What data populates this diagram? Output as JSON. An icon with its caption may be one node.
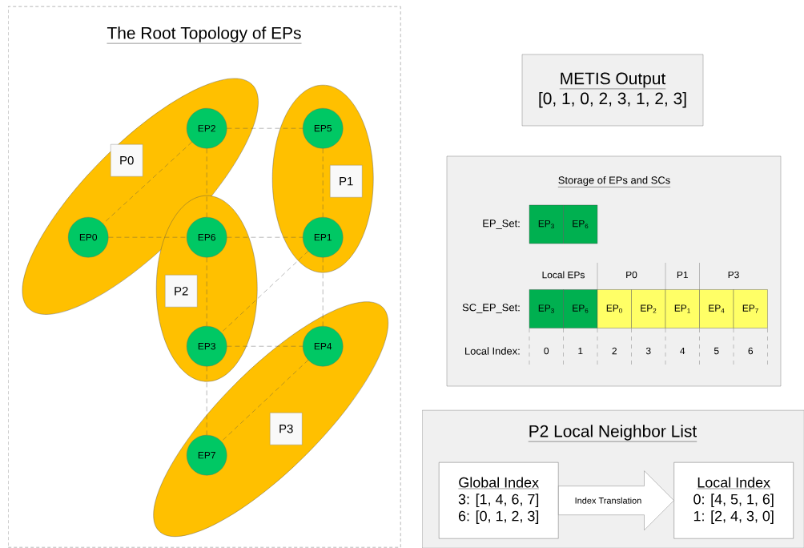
{
  "diagram": {
    "nodes": [
      {
        "text": [
          "The Root Topology of EPs"
        ]
      },
      {
        "text": [],
        "shape": "ellipse",
        "in": 0
      },
      {
        "text": [
          "P0"
        ],
        "in": 1
      },
      {
        "text": [
          "EP2"
        ],
        "in": 1
      },
      {
        "text": [
          "EP0"
        ],
        "in": 1
      },
      {
        "text": [],
        "shape": "ellipse",
        "in": 0
      },
      {
        "text": [
          "EP5"
        ],
        "in": 5
      },
      {
        "text": [
          "P1"
        ],
        "in": 5
      },
      {
        "text": [
          "EP1"
        ],
        "in": 5
      },
      {
        "text": [],
        "shape": "ellipse",
        "in": 0
      },
      {
        "text": [
          "EP6"
        ],
        "in": 9
      },
      {
        "text": [
          "P2"
        ],
        "in": 9
      },
      {
        "text": [
          "EP3"
        ],
        "in": 9
      },
      {
        "text": [],
        "shape": "ellipse",
        "in": 0
      },
      {
        "text": [
          "EP4"
        ],
        "in": 13
      },
      {
        "text": [
          "P3"
        ],
        "in": 13
      },
      {
        "text": [
          "EP7"
        ],
        "in": 13
      },
      {
        "text": [
          "METIS Output",
          "[0, 1, 0, 2, 3, 1, 2, 3]"
        ]
      },
      {
        "text": [
          "Storage of EPs and SCs"
        ]
      },
      {
        "text": [
          "EP$_{3}$"
        ],
        "in": 18
      },
      {
        "text": [
          "EP$_{6}$"
        ],
        "in": 18
      },
      {
        "text": [
          "EP$_{3}$"
        ],
        "in": 18
      },
      {
        "text": [
          "EP$_{6}$"
        ],
        "in": 18
      },
      {
        "text": [
          "EP$_{0}$"
        ],
        "in": 18
      },
      {
        "text": [
          "EP$_{2}$"
        ],
        "in": 18
      },
      {
        "text": [
          "EP$_{1}$"
        ],
        "in": 18
      },
      {
        "text": [
          "EP$_{4}$"
        ],
        "in": 18
      },
      {
        "text": [
          "EP$_{7}$"
        ],
        "in": 18
      },
      {
        "text": [
          "P2 Local Neighbor List"
        ]
      },
      {
        "text": [
          "Global Index",
          "3: [1, 4, 6, 7]",
          "6: [0, 1, 2, 3]"
        ],
        "in": 28
      },
      {
        "text": [
          "Local Index",
          "0: [4, 5, 1, 6]",
          "1: [2, 4, 3, 0]"
        ],
        "in": 28
      }
    ],
    "edges": [
      {
        "from": 3,
        "to": 6,
        "arrow": "none",
        "style": "dashed"
      },
      {
        "from": 3,
        "to": 4,
        "arrow": "none",
        "style": "dashed"
      },
      {
        "from": 3,
        "to": 10,
        "arrow": "none",
        "style": "dashed"
      },
      {
        "from": 6,
        "to": 8,
        "arrow": "none",
        "style": "dashed"
      },
      {
        "from": 4,
        "to": 10,
        "arrow": "none",
        "style": "dashed"
      },
      {
        "from": 10,
        "to": 8,
        "arrow": "none",
        "style": "dashed"
      },
      {
        "from": 10,
        "to": 12,
        "arrow": "none",
        "style": "dashed"
      },
      {
        "from": 8,
        "to": 12,
        "arrow": "none",
        "style": "dashed"
      },
      {
        "from": 8,
        "to": 14,
        "arrow": "none",
        "style": "dashed"
      },
      {
        "from": 12,
        "to": 14,
        "arrow": "none",
        "style": "dashed"
      },
      {
        "from": 12,
        "to": 16,
        "arrow": "none",
        "style": "dashed"
      },
      {
        "from": 14,
        "to": 16,
        "arrow": "none",
        "style": "dashed"
      },
      {
        "from": 29,
        "to": 30,
        "arrow": "to",
        "label": "Index Translation"
      }
    ],
    "labels": [
      "EP_Set:",
      "Local EPs",
      "P0",
      "P1",
      "P3",
      "SC_EP_Set:",
      "Local Index:",
      "0",
      "1",
      "2",
      "3",
      "4",
      "5",
      "6"
    ]
  }
}
